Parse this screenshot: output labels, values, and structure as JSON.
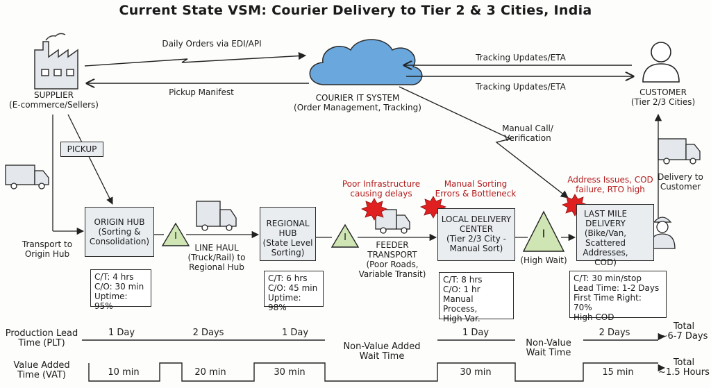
{
  "title": "Current State VSM: Courier Delivery to Tier 2 & 3 Cities, India",
  "supplier": {
    "line1": "SUPPLIER",
    "line2": "(E-commerce/Sellers)"
  },
  "it_system": {
    "line1": "COURIER IT SYSTEM",
    "line2": "(Order Management, Tracking)"
  },
  "customer": {
    "line1": "CUSTOMER",
    "line2": "(Tier 2/3 Cities)"
  },
  "info_flows": {
    "daily_orders": "Daily Orders via EDI/API",
    "pickup_manifest": "Pickup Manifest",
    "tracking_1": "Tracking Updates/ETA",
    "tracking_2": "Tracking Updates/ETA",
    "manual_call_1": "Manual Call/",
    "manual_call_2": "Verification"
  },
  "pickup": "PICKUP",
  "transport_to_origin": {
    "line1": "Transport to",
    "line2": "Origin Hub"
  },
  "origin_hub": {
    "line1": "ORIGIN HUB",
    "line2": "(Sorting &",
    "line3": "Consolidation)"
  },
  "origin_data": {
    "ct": "C/T: 4 hrs",
    "co": "C/O: 30 min",
    "uptime": "Uptime: 95%"
  },
  "inventory_label": "I",
  "line_haul": {
    "line1": "LINE HAUL",
    "line2": "(Truck/Rail) to",
    "line3": "Regional Hub"
  },
  "regional_hub": {
    "line1": "REGIONAL HUB",
    "line2": "(State Level",
    "line3": "Sorting)"
  },
  "regional_data": {
    "ct": "C/T: 6 hrs",
    "co": "C/O: 45 min",
    "uptime": "Uptime: 98%"
  },
  "feeder": {
    "line1": "FEEDER",
    "line2": "TRANSPORT",
    "line3": "(Poor Roads,",
    "line4": "Variable Transit)"
  },
  "issue_infra": {
    "line1": "Poor Infrastructure",
    "line2": "causing delays"
  },
  "issue_sorting": {
    "line1": "Manual Sorting",
    "line2": "Errors & Bottleneck"
  },
  "issue_address": {
    "line1": "Address Issues, COD",
    "line2": "failure, RTO high"
  },
  "local_center": {
    "line1": "LOCAL DELIVERY",
    "line2": "CENTER",
    "line3": "(Tier 2/3 City -",
    "line4": "Manual Sort)"
  },
  "local_data": {
    "ct": "C/T: 8 hrs",
    "co": "C/O: 1 hr",
    "l3": "Manual Process,",
    "l4": "High Var."
  },
  "high_wait": "(High Wait)",
  "last_mile": {
    "line1": "LAST MILE",
    "line2": "DELIVERY",
    "line3": "(Bike/Van,",
    "line4": "Scattered",
    "line5": "Addresses, COD)"
  },
  "last_mile_data": {
    "ct": "C/T: 30 min/stop",
    "lead": "Lead Time: 1-2 Days",
    "ftr": "First Time Right: 70%",
    "cod": "High COD"
  },
  "delivery_to_customer": {
    "line1": "Delivery to",
    "line2": "Customer"
  },
  "timeline": {
    "plt_label_1": "Production Lead",
    "plt_label_2": "Time (PLT)",
    "vat_label_1": "Value Added",
    "vat_label_2": "Time (VAT)",
    "plt": [
      "1 Day",
      "2 Days",
      "1 Day",
      "1 Day",
      "2 Days"
    ],
    "vat": [
      "10 min",
      "20 min",
      "30 min",
      "30 min",
      "15 min"
    ],
    "nva1_line1": "Non-Value Added",
    "nva1_line2": "Wait Time",
    "nva2_line1": "Non-Value",
    "nva2_line2": "Wait Time",
    "total_plt_1": "Total",
    "total_plt_2": "~6-7 Days",
    "total_vat_1": "Total",
    "total_vat_2": "~1.5 Hours"
  },
  "colors": {
    "process_fill": "#e9edf0",
    "cloud_fill": "#6aa7dd",
    "inventory_fill": "#cfe6b4",
    "issue_red": "#b31b1b",
    "burst_red": "#e02020"
  }
}
